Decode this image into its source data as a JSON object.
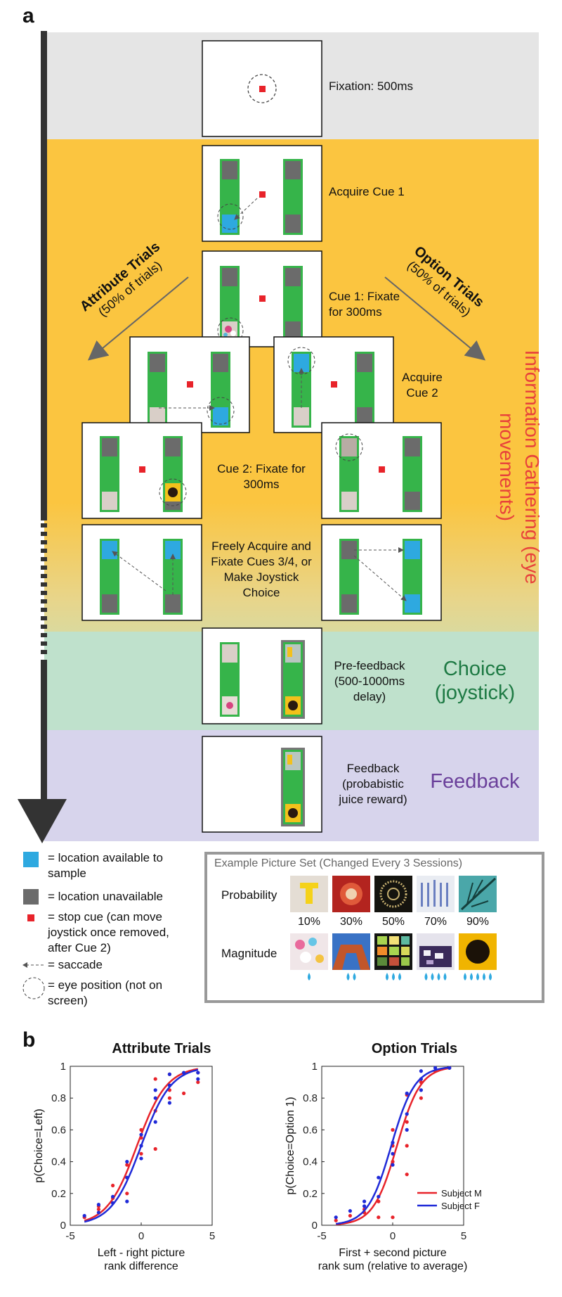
{
  "panel_a": {
    "letter": "a",
    "steps": {
      "fixation": "Fixation: 500ms",
      "acquire_cue1": "Acquire Cue 1",
      "cue1": "Cue 1: Fixate for 300ms",
      "acquire_cue2": "Acquire Cue 2",
      "cue2": "Cue 2: Fixate for 300ms",
      "free": "Freely Acquire and Fixate Cues 3/4, or Make Joystick Choice",
      "prefeedback": "Pre-feedback (500-1000ms delay)",
      "feedback": "Feedback (probabistic juice reward)"
    },
    "attribute_trials": {
      "title": "Attribute Trials",
      "pct": "(50% of trials)"
    },
    "option_trials": {
      "title": "Option Trials",
      "pct": "(50% of trials)"
    },
    "phases": {
      "info": "Information Gathering (eye movements)",
      "choice": "Choice (joystick)",
      "feedback": "Feedback"
    },
    "colors": {
      "fixation_band": "#e5e5e5",
      "info_band": "#fbc540",
      "choice_band": "#bfe1cc",
      "feedback_band": "#d7d4ec",
      "info_text": "#e8413b",
      "choice_text": "#1e7a44",
      "feedback_text": "#6a3f9a",
      "cue_green": "#36b44a",
      "available_blue": "#2ea9e0",
      "unavailable_gray": "#6b6b6b",
      "stop_red": "#e8232a"
    },
    "legend": [
      {
        "icon": "blue-square",
        "text": "= location available to sample"
      },
      {
        "icon": "gray-square",
        "text": "= location unavailable"
      },
      {
        "icon": "red-square",
        "text": "= stop cue (can move joystick once removed, after Cue 2)"
      },
      {
        "icon": "dashed-arrow",
        "text": "= saccade"
      },
      {
        "icon": "dashed-circle",
        "text": "= eye position (not on screen)"
      }
    ],
    "picture_set": {
      "title": "Example Picture Set (Changed Every 3 Sessions)",
      "probability_label": "Probability",
      "magnitude_label": "Magnitude",
      "probabilities": [
        "10%",
        "30%",
        "50%",
        "70%",
        "90%"
      ],
      "magnitude_drops": [
        1,
        2,
        3,
        4,
        5
      ]
    }
  },
  "panel_b": {
    "letter": "b",
    "chart_data": [
      {
        "type": "line",
        "title": "Attribute Trials",
        "xlabel": "Left - right picture rank difference",
        "ylabel": "p(Choice=Left)",
        "xlim": [
          -5,
          5
        ],
        "ylim": [
          0,
          1
        ],
        "xticks": [
          -5,
          0,
          5
        ],
        "yticks": [
          0,
          0.2,
          0.4,
          0.6,
          0.8,
          1
        ],
        "series": [
          {
            "color": "#e8232a",
            "curve_mid": -0.3,
            "curve_slope": 0.95,
            "points": [
              [
                -4,
                0.05
              ],
              [
                -3,
                0.1
              ],
              [
                -3,
                0.12
              ],
              [
                -2,
                0.25
              ],
              [
                -2,
                0.17
              ],
              [
                -1,
                0.3
              ],
              [
                -1,
                0.38
              ],
              [
                -1,
                0.2
              ],
              [
                0,
                0.45
              ],
              [
                0,
                0.55
              ],
              [
                0,
                0.6
              ],
              [
                1,
                0.48
              ],
              [
                1,
                0.72
              ],
              [
                1,
                0.92
              ],
              [
                2,
                0.8
              ],
              [
                2,
                0.95
              ],
              [
                2,
                0.85
              ],
              [
                3,
                0.83
              ],
              [
                4,
                0.96
              ],
              [
                4,
                0.9
              ]
            ]
          },
          {
            "color": "#1f2ad8",
            "curve_mid": 0.0,
            "curve_slope": 0.95,
            "points": [
              [
                -4,
                0.06
              ],
              [
                -3,
                0.08
              ],
              [
                -3,
                0.13
              ],
              [
                -2,
                0.14
              ],
              [
                -2,
                0.18
              ],
              [
                -1,
                0.4
              ],
              [
                -1,
                0.15
              ],
              [
                -1,
                0.3
              ],
              [
                0,
                0.42
              ],
              [
                0,
                0.5
              ],
              [
                0,
                0.57
              ],
              [
                1,
                0.65
              ],
              [
                1,
                0.8
              ],
              [
                1,
                0.85
              ],
              [
                2,
                0.88
              ],
              [
                2,
                0.95
              ],
              [
                2,
                0.77
              ],
              [
                3,
                0.96
              ],
              [
                4,
                0.92
              ],
              [
                4,
                0.96
              ]
            ]
          }
        ]
      },
      {
        "type": "line",
        "title": "Option Trials",
        "xlabel": "First + second picture rank sum (relative to average)",
        "ylabel": "p(Choice=Option 1)",
        "xlim": [
          -5,
          5
        ],
        "ylim": [
          0,
          1
        ],
        "xticks": [
          -5,
          0,
          5
        ],
        "yticks": [
          0,
          0.2,
          0.4,
          0.6,
          0.8,
          1
        ],
        "legend": [
          "Subject M",
          "Subject F"
        ],
        "series": [
          {
            "name": "Subject M",
            "color": "#e8232a",
            "curve_mid": 0.3,
            "curve_slope": 1.2,
            "points": [
              [
                -4,
                0.03
              ],
              [
                -3,
                0.06
              ],
              [
                -2,
                0.08
              ],
              [
                -2,
                0.1
              ],
              [
                -1,
                0.15
              ],
              [
                -1,
                0.05
              ],
              [
                0,
                0.6
              ],
              [
                0,
                0.05
              ],
              [
                0,
                0.5
              ],
              [
                0,
                0.4
              ],
              [
                1,
                0.82
              ],
              [
                1,
                0.65
              ],
              [
                1,
                0.5
              ],
              [
                1,
                0.32
              ],
              [
                2,
                0.9
              ],
              [
                2,
                0.8
              ],
              [
                3,
                0.97
              ],
              [
                4,
                0.99
              ]
            ]
          },
          {
            "name": "Subject F",
            "color": "#1f2ad8",
            "curve_mid": -0.1,
            "curve_slope": 1.2,
            "points": [
              [
                -4,
                0.05
              ],
              [
                -3,
                0.09
              ],
              [
                -2,
                0.12
              ],
              [
                -2,
                0.15
              ],
              [
                -1,
                0.18
              ],
              [
                -1,
                0.3
              ],
              [
                0,
                0.45
              ],
              [
                0,
                0.52
              ],
              [
                0,
                0.38
              ],
              [
                1,
                0.7
              ],
              [
                1,
                0.83
              ],
              [
                1,
                0.6
              ],
              [
                2,
                0.92
              ],
              [
                2,
                0.85
              ],
              [
                2,
                0.97
              ],
              [
                3,
                0.99
              ],
              [
                4,
                0.99
              ]
            ]
          }
        ]
      }
    ]
  }
}
